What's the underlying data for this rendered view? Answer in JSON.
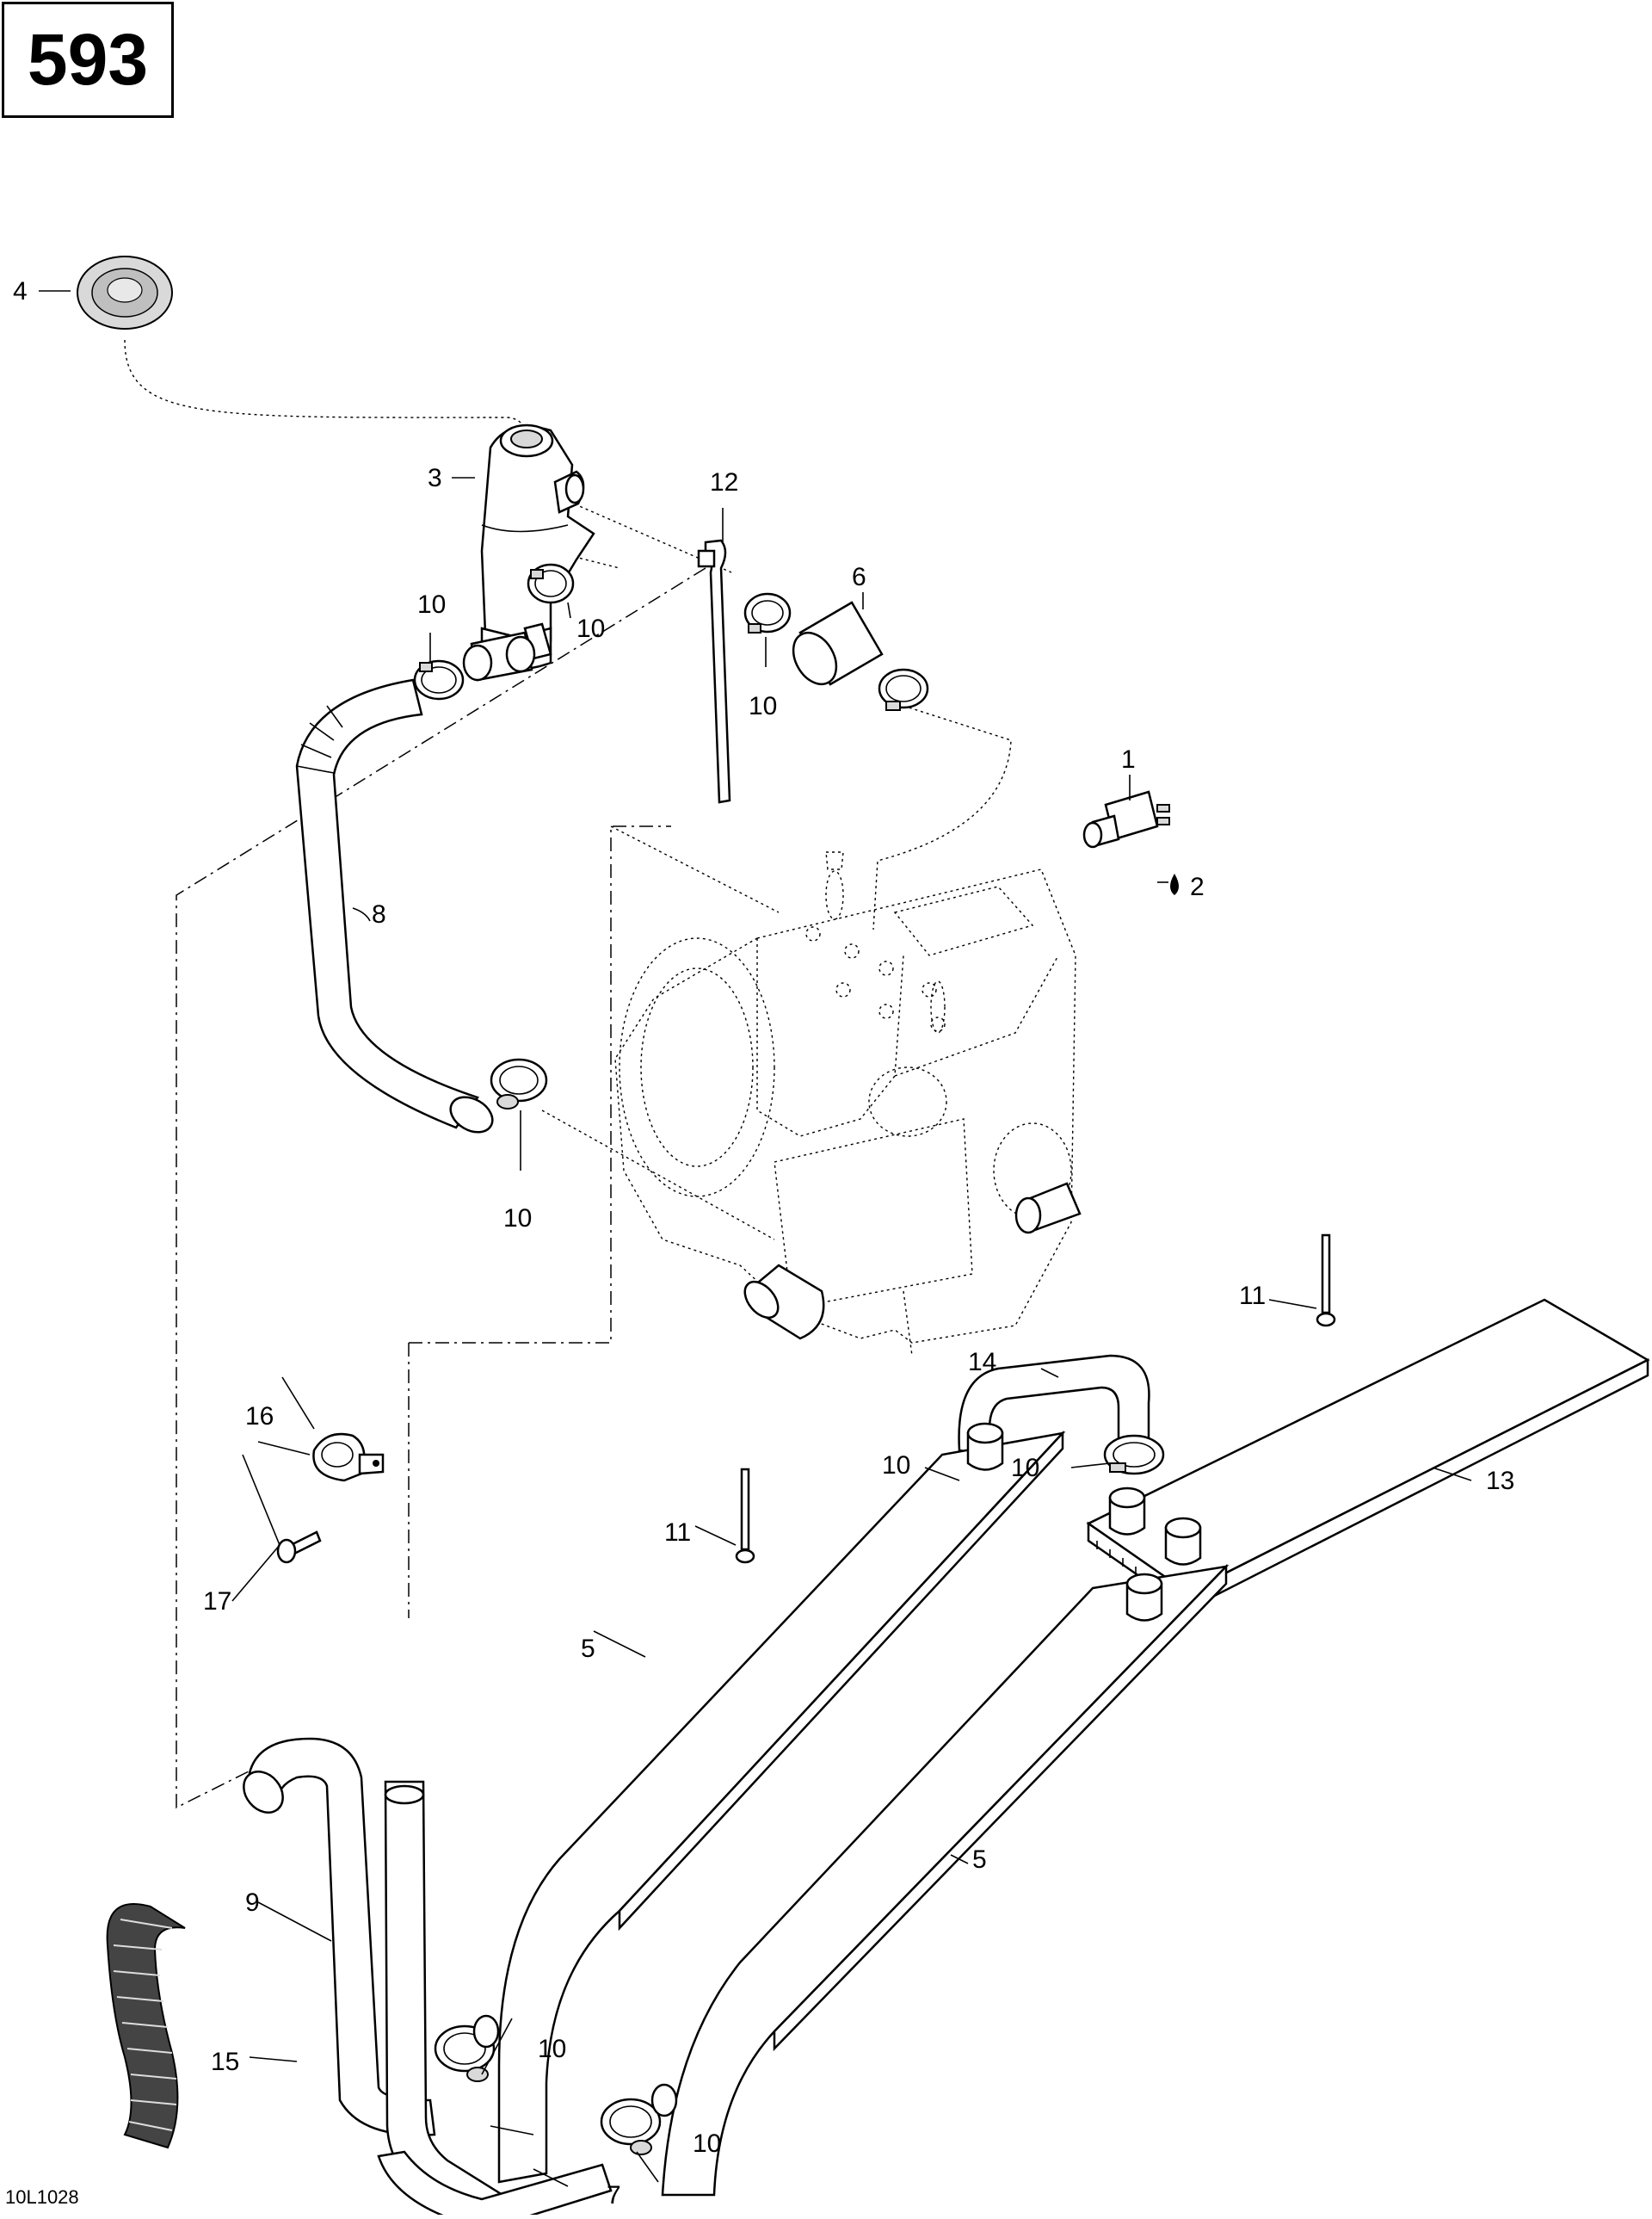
{
  "page_number": "593",
  "diagram_code": "10L1028",
  "callouts": {
    "c1": "1",
    "c2": "2",
    "c3": "3",
    "c4": "4",
    "c5a": "5",
    "c5b": "5",
    "c6": "6",
    "c7": "7",
    "c8": "8",
    "c9": "9",
    "c10a": "10",
    "c10b": "10",
    "c10c": "10",
    "c10d": "10",
    "c10e": "10",
    "c10f": "10",
    "c10g": "10",
    "c10h": "10",
    "c11a": "11",
    "c11b": "11",
    "c12": "12",
    "c13": "13",
    "c14": "14",
    "c15": "15",
    "c16": "16",
    "c17": "17"
  },
  "icons": {
    "sealant_drop": "drop-icon"
  }
}
